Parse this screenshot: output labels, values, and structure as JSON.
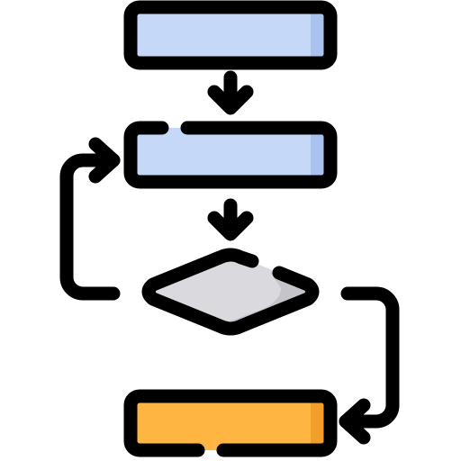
{
  "icon": {
    "name": "flowchart-icon",
    "nodes": [
      {
        "id": "process-top",
        "shape": "rectangle",
        "fill": "#C5D8F7",
        "highlight": "#A9C3EE"
      },
      {
        "id": "process-middle",
        "shape": "rectangle",
        "fill": "#C5D8F7",
        "highlight": "#A9C3EE"
      },
      {
        "id": "decision",
        "shape": "diamond",
        "fill": "#DADADE",
        "highlight": "#C4C4CA"
      },
      {
        "id": "process-bottom",
        "shape": "rectangle",
        "fill": "#FFB541",
        "highlight": "#F29E2A"
      }
    ],
    "connectors": [
      {
        "id": "top-to-middle",
        "from": "process-top",
        "to": "process-middle"
      },
      {
        "id": "middle-to-decision",
        "from": "process-middle",
        "to": "decision"
      },
      {
        "id": "decision-loop-back",
        "from": "decision",
        "to": "process-middle"
      },
      {
        "id": "decision-to-bottom",
        "from": "decision",
        "to": "process-bottom"
      }
    ],
    "colors": {
      "stroke": "#000000",
      "background": "#FFFFFF"
    }
  }
}
